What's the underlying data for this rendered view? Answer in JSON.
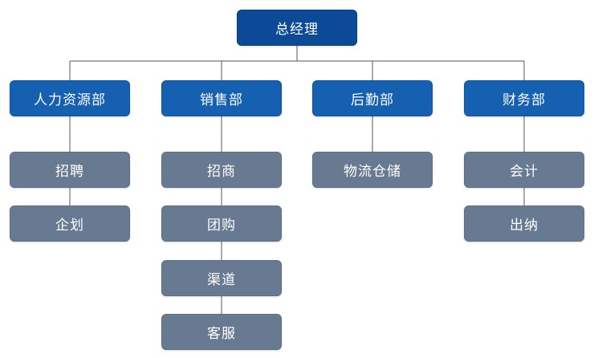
{
  "org": {
    "root": "总经理",
    "departments": [
      {
        "name": "人力资源部",
        "children": [
          "招聘",
          "企划"
        ]
      },
      {
        "name": "销售部",
        "children": [
          "招商",
          "团购",
          "渠道",
          "客服"
        ]
      },
      {
        "name": "后勤部",
        "children": [
          "物流仓储"
        ]
      },
      {
        "name": "财务部",
        "children": [
          "会计",
          "出纳"
        ]
      }
    ]
  },
  "colors": {
    "root": "#0c4a97",
    "department": "#1560b0",
    "sub_unit": "#687a92",
    "connector": "#555555"
  }
}
